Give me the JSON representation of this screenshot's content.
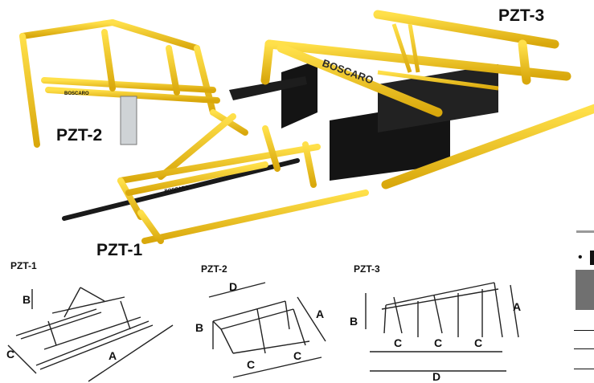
{
  "labels": {
    "pzt3": "PZT-3",
    "pzt2": "PZT-2",
    "pzt1": "PZT-1"
  },
  "product_print": "BOSCARO",
  "diagrams": {
    "pzt1": {
      "title": "PZT-1",
      "dims": [
        "B",
        "C",
        "A"
      ]
    },
    "pzt2": {
      "title": "PZT-2",
      "dims": [
        "D",
        "A",
        "B",
        "C",
        "C"
      ]
    },
    "pzt3": {
      "title": "PZT-3",
      "dims": [
        "A",
        "B",
        "C",
        "C",
        "C",
        "D"
      ]
    }
  },
  "side_panel": {
    "bullet": "•"
  },
  "colors": {
    "yellow": "#f2c21a",
    "yellow_dark": "#c99a0a",
    "black": "#1a1a1a",
    "gray": "#707070"
  }
}
